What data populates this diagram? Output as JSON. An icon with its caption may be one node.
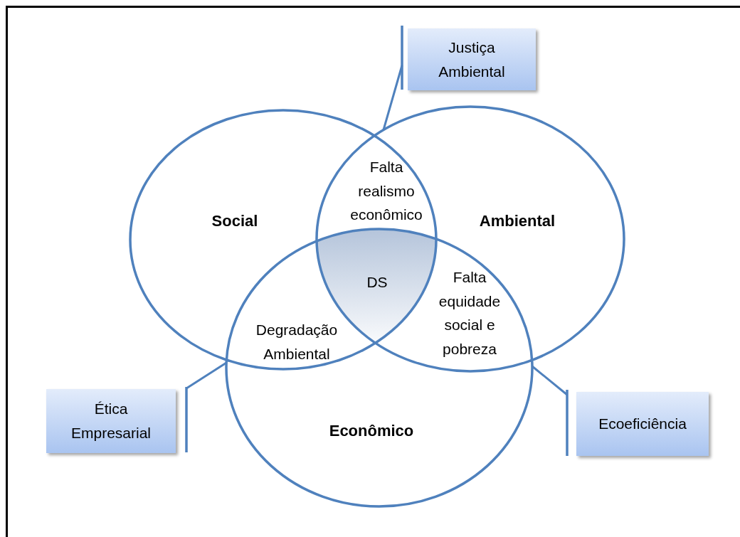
{
  "diagram": {
    "nodes": [
      {
        "text": [
          "Justiça Ambiental"
        ]
      },
      {
        "text": [
          "Social"
        ]
      },
      {
        "text": [
          "Falta realismo econômico"
        ]
      },
      {
        "text": [
          "Ambiental"
        ]
      },
      {
        "text": [
          "DS"
        ]
      },
      {
        "text": [
          "Falta equidade social e pobreza"
        ]
      },
      {
        "text": [
          "Degradação Ambiental"
        ]
      },
      {
        "text": [
          "Ética Empresarial"
        ]
      },
      {
        "text": [
          "Econômico"
        ]
      },
      {
        "text": [
          "Ecoeficiência"
        ]
      }
    ],
    "edges": [
      {
        "from": 0,
        "to": 3,
        "arrow": "none"
      },
      {
        "from": 7,
        "to": 8,
        "arrow": "none"
      },
      {
        "from": 9,
        "to": 8,
        "arrow": "none"
      }
    ]
  }
}
